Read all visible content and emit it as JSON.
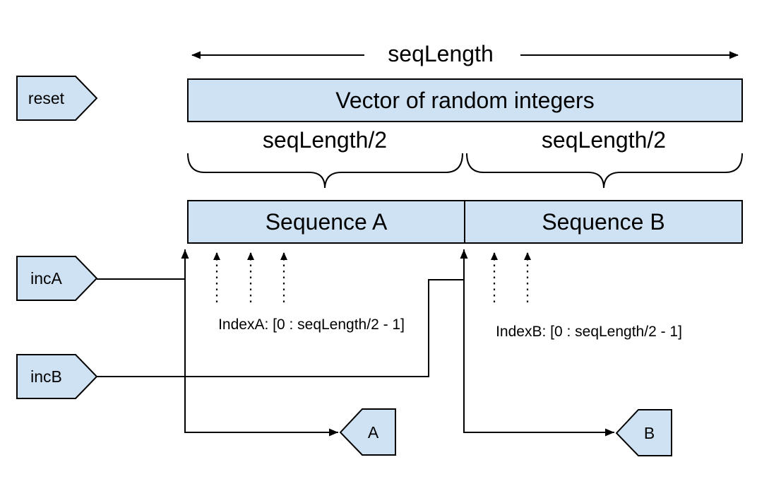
{
  "diagram": {
    "title_arrow_label": "seqLength",
    "vector_box_label": "Vector of random integers",
    "half_left_label": "seqLength/2",
    "half_right_label": "seqLength/2",
    "sequence_a_label": "Sequence A",
    "sequence_b_label": "Sequence B",
    "index_a_label": "IndexA: [0 : seqLength/2 - 1]",
    "index_b_label": "IndexB: [0 : seqLength/2 - 1]",
    "inputs": {
      "reset_label": "reset",
      "inca_label": "incA",
      "incb_label": "incB"
    },
    "outputs": {
      "a_label": "A",
      "b_label": "B"
    },
    "colors": {
      "shape_fill": "#cfe2f3",
      "stroke": "#000000",
      "background": "#ffffff"
    }
  }
}
